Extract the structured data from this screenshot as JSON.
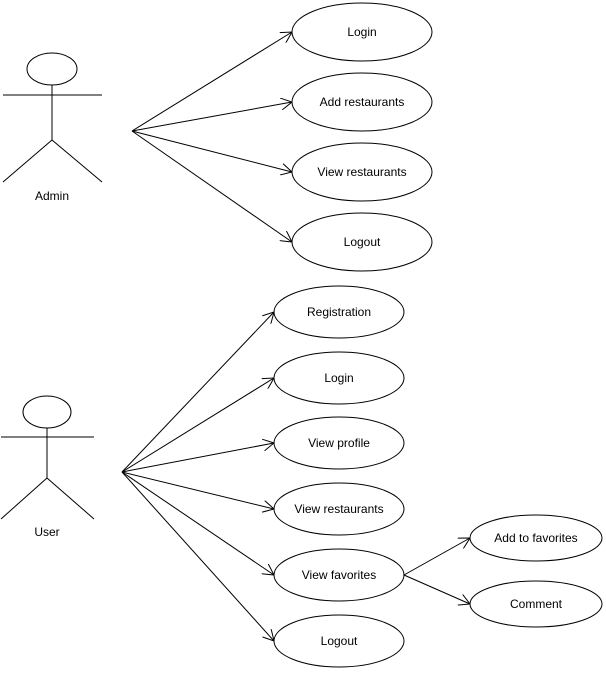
{
  "actors": {
    "admin": {
      "label": "Admin"
    },
    "user": {
      "label": "User"
    }
  },
  "usecases": {
    "admin_login": "Login",
    "admin_add_restaurants": "Add restaurants",
    "admin_view_restaurants": "View restaurants",
    "admin_logout": "Logout",
    "user_registration": "Registration",
    "user_login": "Login",
    "user_view_profile": "View profile",
    "user_view_restaurants": "View restaurants",
    "user_view_favorites": "View favorites",
    "user_logout": "Logout",
    "add_to_favorites": "Add to favorites",
    "comment": "Comment"
  },
  "colors": {
    "line": "#000000",
    "background": "#ffffff"
  }
}
